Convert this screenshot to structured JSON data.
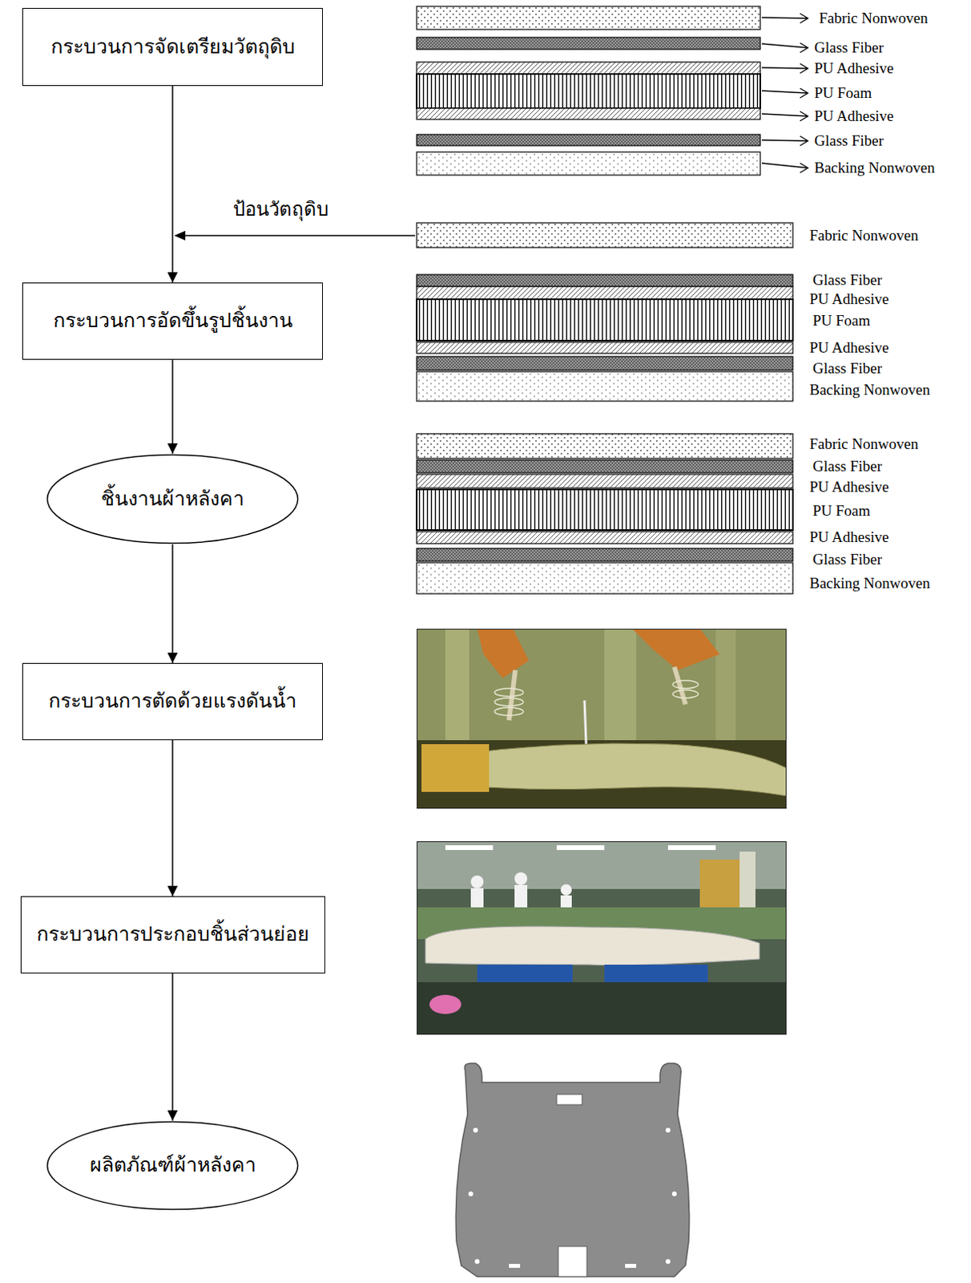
{
  "diagram": {
    "nodes": [
      {
        "text": [
          "กระบวนการจัดเตรียมวัตถุดิบ"
        ]
      },
      {
        "text": [
          "กระบวนการอัดขึ้นรูปชิ้นงาน"
        ]
      },
      {
        "text": [
          "ชิ้นงานผ้าหลังคา"
        ]
      },
      {
        "text": [
          "กระบวนการตัดด้วยแรงดันน้ำ"
        ]
      },
      {
        "text": [
          "กระบวนการประกอบชิ้นส่วนย่อย"
        ]
      },
      {
        "text": [
          "ผลิตภัณฑ์ผ้าหลังคา"
        ]
      }
    ],
    "edges": [
      {
        "from": 0,
        "to": 1,
        "arrow": "to"
      },
      {
        "from": 1,
        "to": 2,
        "arrow": "to"
      },
      {
        "from": 2,
        "to": 3,
        "arrow": "to"
      },
      {
        "from": 3,
        "to": 4,
        "arrow": "to"
      },
      {
        "from": 4,
        "to": 5,
        "arrow": "to"
      }
    ],
    "labels": [
      "Fabric Nonwoven",
      "Glass Fiber",
      "PU Adhesive",
      "PU Foam",
      "PU Adhesive",
      "Glass Fiber",
      "Backing Nonwoven",
      "ป้อนวัตถุดิบ",
      "Fabric Nonwoven",
      "Glass Fiber",
      "PU Adhesive",
      "PU Foam",
      "PU Adhesive",
      "Glass Fiber",
      "Backing Nonwoven",
      "Fabric Nonwoven",
      "Glass Fiber",
      "PU Adhesive",
      "PU Foam",
      "PU Adhesive",
      "Glass Fiber",
      "Backing Nonwoven"
    ]
  }
}
